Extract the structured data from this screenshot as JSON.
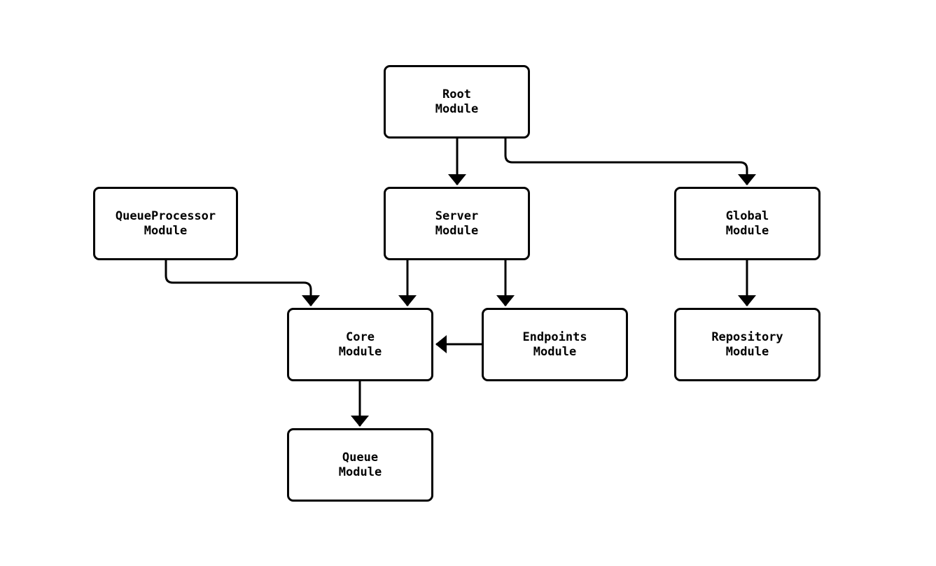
{
  "diagram": {
    "type": "flowchart",
    "background_color": "#ffffff",
    "stroke_color": "#000000",
    "text_color": "#000000",
    "nodes": [
      {
        "id": "root",
        "label": "Root\nModule"
      },
      {
        "id": "queueprocessor",
        "label": "QueueProcessor\nModule"
      },
      {
        "id": "server",
        "label": "Server\nModule"
      },
      {
        "id": "global",
        "label": "Global\nModule"
      },
      {
        "id": "core",
        "label": "Core\nModule"
      },
      {
        "id": "endpoints",
        "label": "Endpoints\nModule"
      },
      {
        "id": "repository",
        "label": "Repository\nModule"
      },
      {
        "id": "queue",
        "label": "Queue\nModule"
      }
    ],
    "edges": [
      {
        "from": "root",
        "to": "server"
      },
      {
        "from": "root",
        "to": "global"
      },
      {
        "from": "queueprocessor",
        "to": "core"
      },
      {
        "from": "server",
        "to": "core"
      },
      {
        "from": "server",
        "to": "endpoints"
      },
      {
        "from": "endpoints",
        "to": "core"
      },
      {
        "from": "global",
        "to": "repository"
      },
      {
        "from": "core",
        "to": "queue"
      }
    ]
  }
}
